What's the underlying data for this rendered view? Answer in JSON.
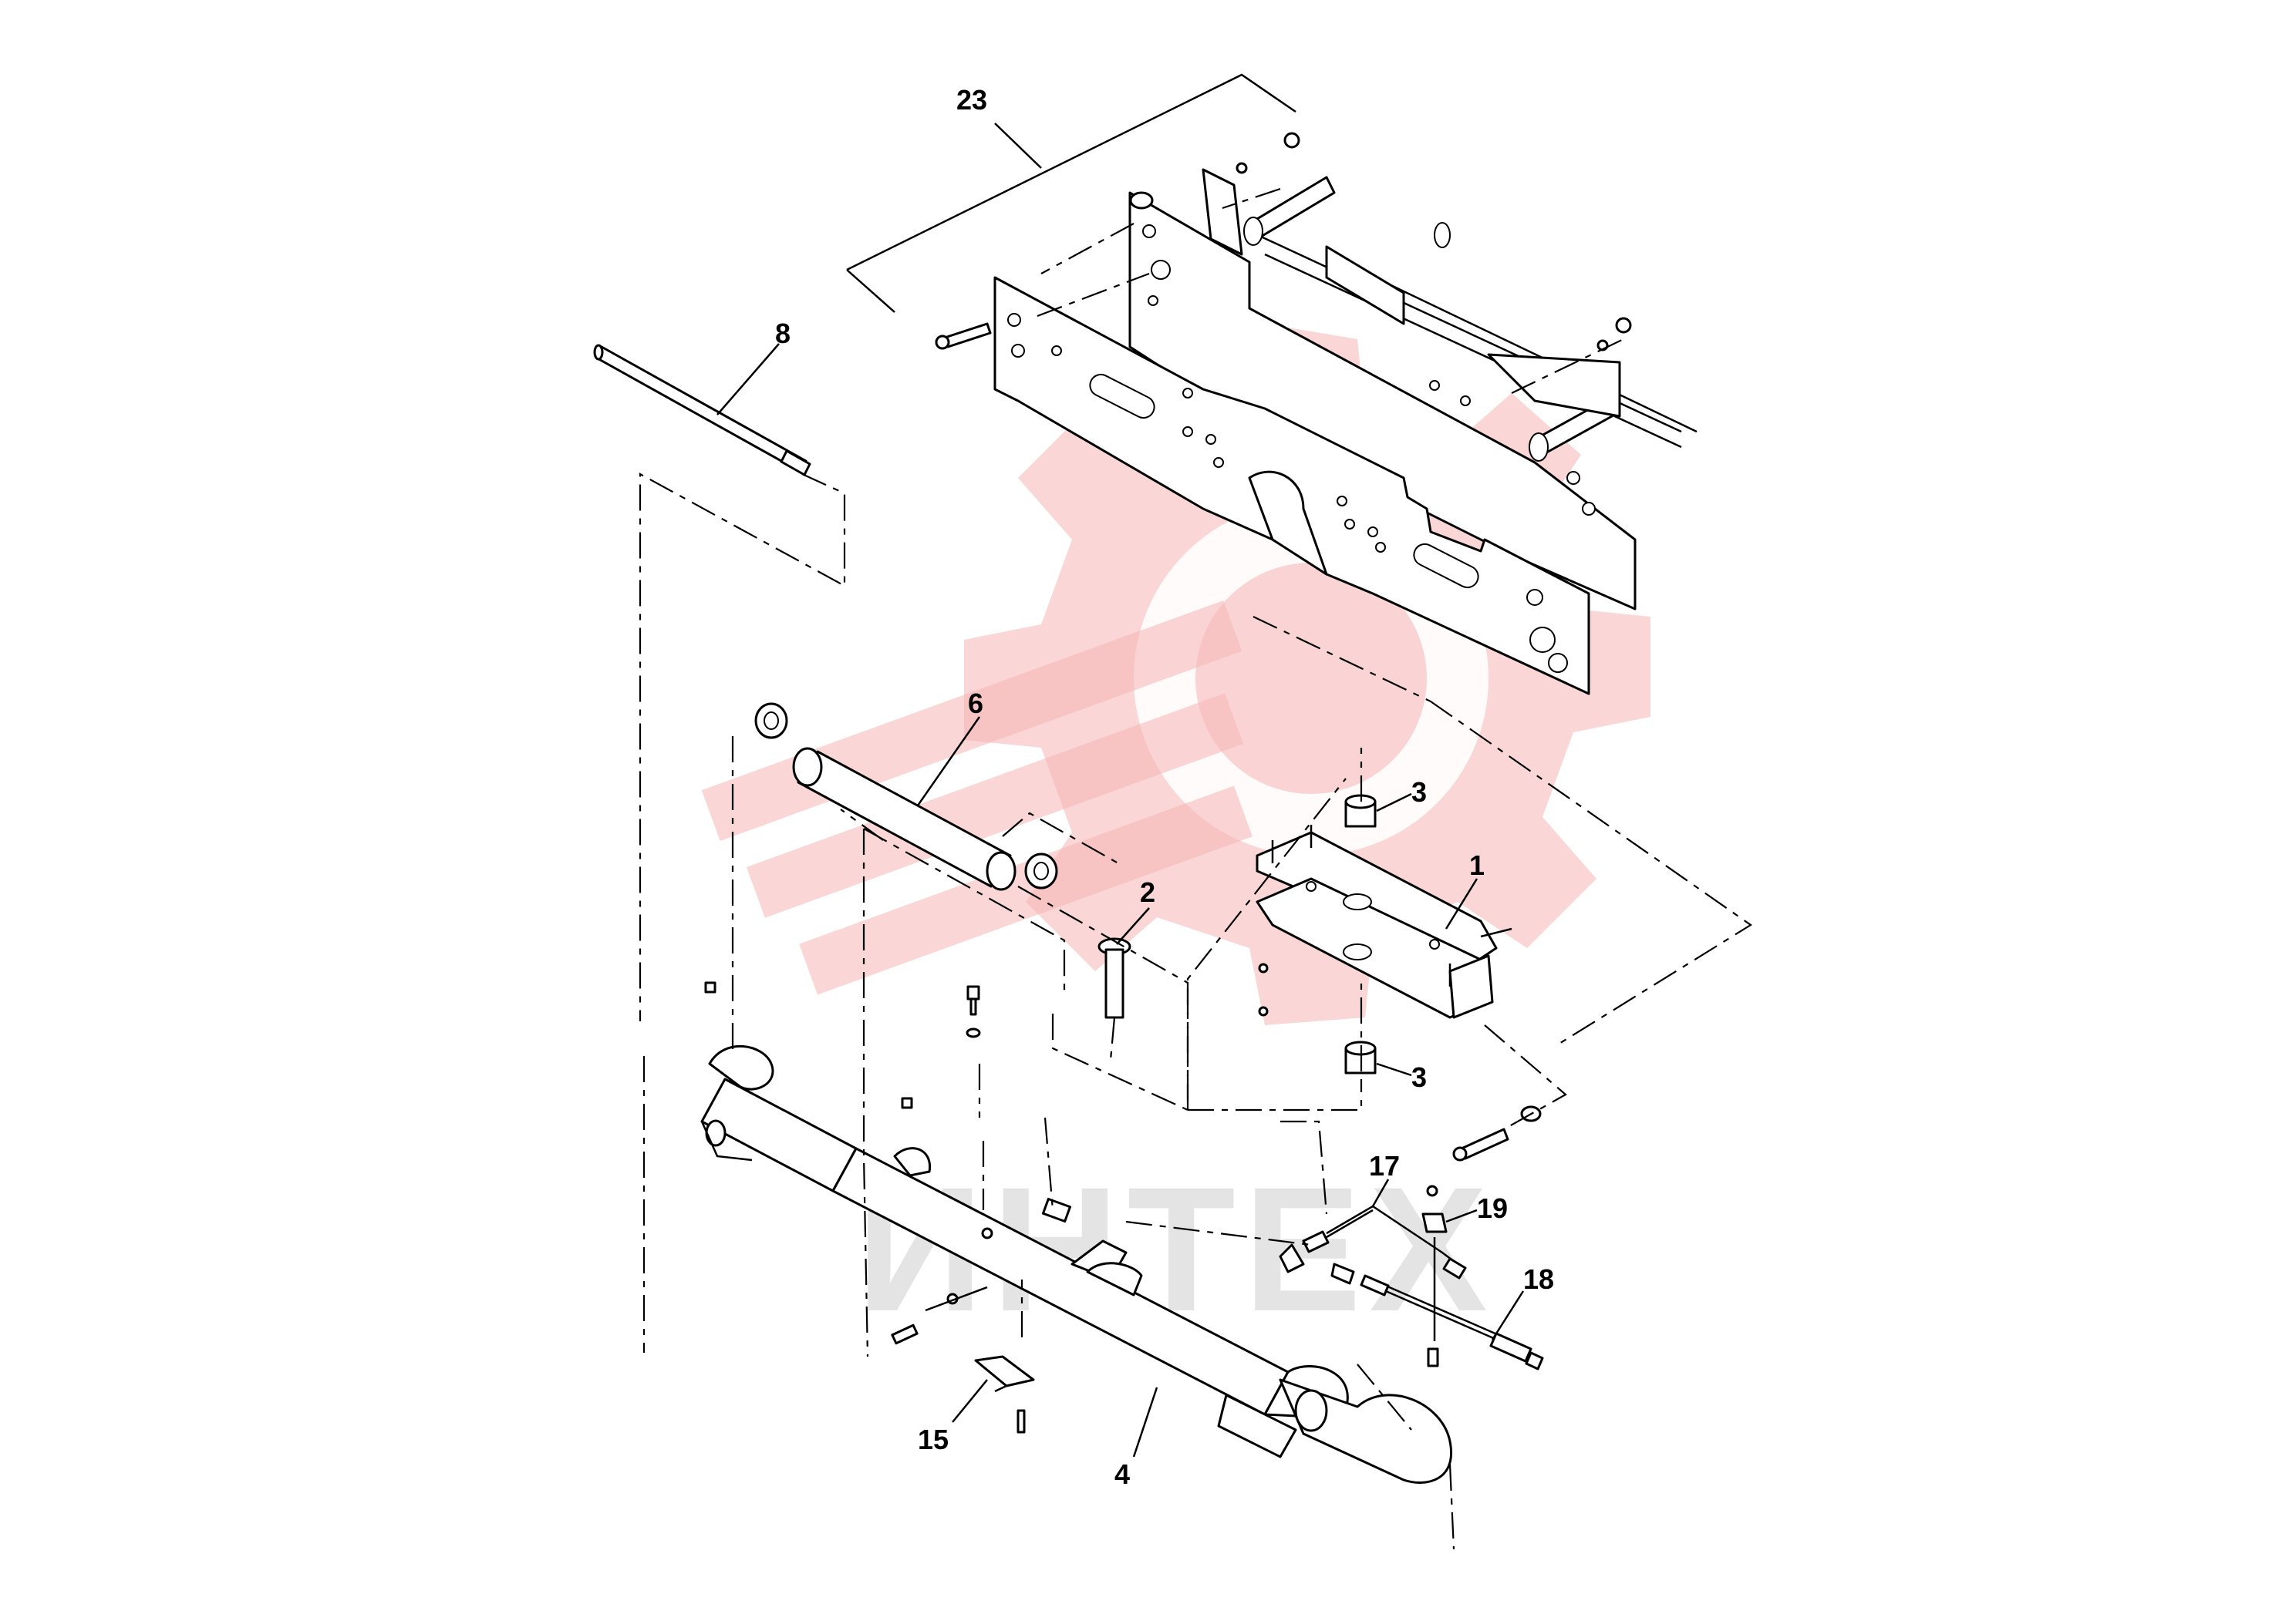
{
  "diagram": {
    "callouts": [
      "23",
      "8",
      "6",
      "3",
      "1",
      "2",
      "3",
      "17",
      "19",
      "18",
      "15",
      "4"
    ],
    "watermark_text": "ИНТЕХ"
  },
  "colors": {
    "line": "#000000",
    "watermark_red": "#f6b4b4",
    "watermark_gray": "#cfcfcf"
  },
  "icons": [
    "gear-logo-watermark"
  ]
}
